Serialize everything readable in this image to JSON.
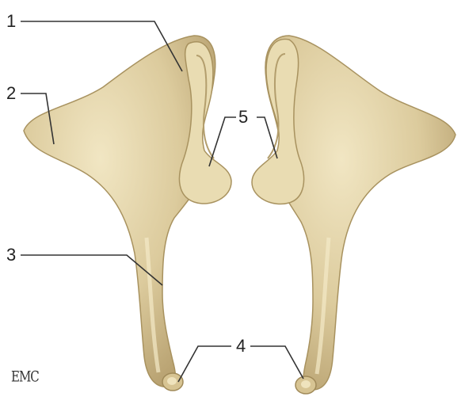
{
  "colors": {
    "bone_fill": "#d9c89a",
    "bone_shadow": "#b8a273",
    "bone_highlight": "#efe3bd",
    "leader_line": "#333333"
  },
  "labels": {
    "l1": "1",
    "l2": "2",
    "l3": "3",
    "l4": "4",
    "l5": "5"
  },
  "watermark": "EMC"
}
